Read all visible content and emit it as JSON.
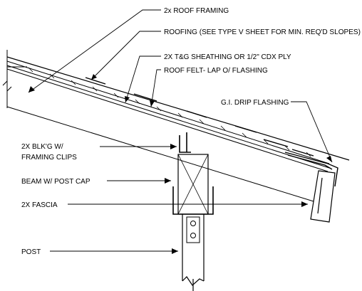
{
  "labels": {
    "roof_framing": "2x ROOF FRAMING",
    "roofing": "ROOFING (SEE TYPE V SHEET FOR MIN. REQ'D SLOPES)",
    "sheathing": "2X T&G SHEATHING OR 1/2\" CDX PLY",
    "roof_felt": "ROOF FELT- LAP O/  FLASHING",
    "drip_flashing": "G.I. DRIP FLASHING",
    "blocking_line1": "2X BLK'G W/",
    "blocking_line2": "FRAMING CLIPS",
    "beam": "BEAM W/ POST CAP",
    "fascia": "2X FASCIA",
    "post": "POST"
  },
  "colors": {
    "line": "#000000",
    "background": "#ffffff"
  }
}
